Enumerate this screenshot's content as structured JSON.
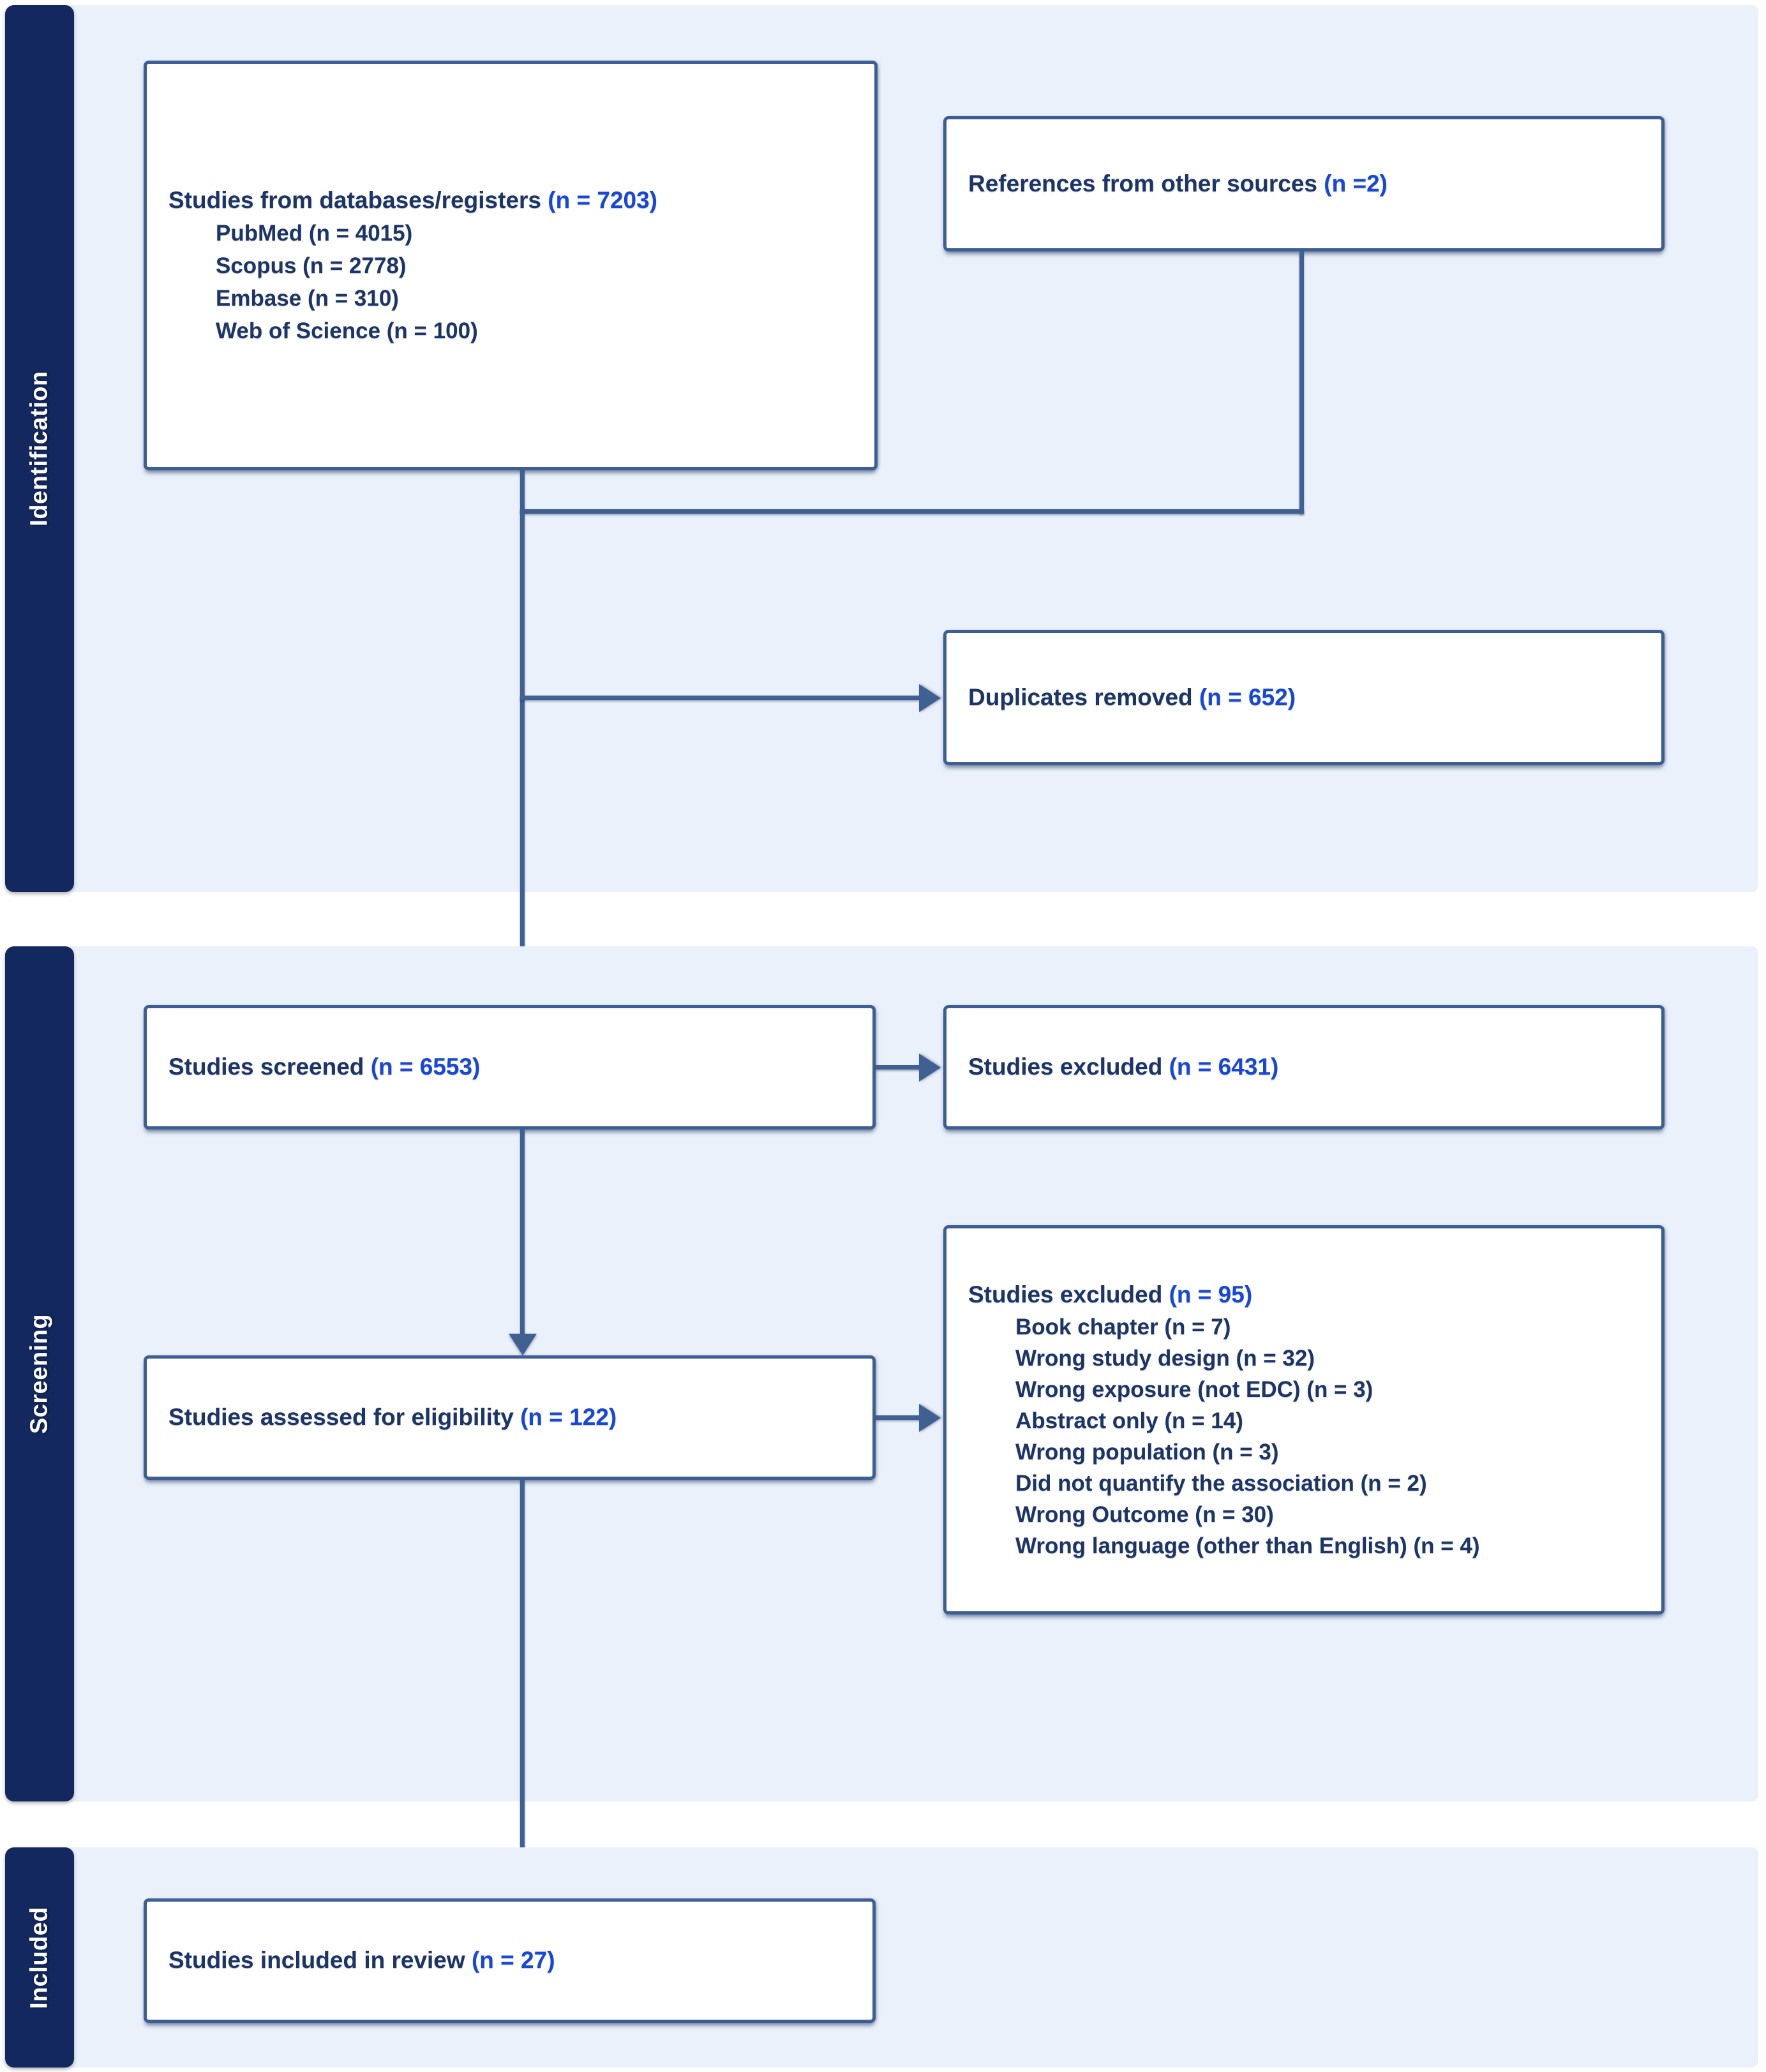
{
  "diagram": {
    "type": "prisma-flow-diagram",
    "title": "PRISMA study selection flow diagram",
    "colors": {
      "stage_band_background": "#eaf1fb",
      "stage_label_background": "#12285e",
      "stage_label_text": "#ffffff",
      "box_border": "#3c5e92",
      "box_background": "#ffffff",
      "primary_text": "#1d3565",
      "count_text": "#1747d8",
      "connector": "#3f6091"
    }
  },
  "stages": [
    {
      "id": "identification",
      "label": "Identification"
    },
    {
      "id": "screening",
      "label": "Screening"
    },
    {
      "id": "included",
      "label": "Included"
    }
  ],
  "boxes": {
    "databases": {
      "heading_text": "Studies from databases/registers ",
      "heading_count": "(n = 7203)",
      "sources": [
        "PubMed (n = 4015)",
        "Scopus (n = 2778)",
        "Embase (n = 310)",
        "Web of Science (n = 100)"
      ]
    },
    "other_sources": {
      "heading_text": "References from other sources ",
      "heading_count": "(n =2)"
    },
    "duplicates": {
      "heading_text": "Duplicates removed ",
      "heading_count": "(n = 652)"
    },
    "screened": {
      "heading_text": "Studies screened ",
      "heading_count": "(n = 6553)"
    },
    "excluded_screening": {
      "heading_text": "Studies excluded ",
      "heading_count": "(n = 6431)"
    },
    "eligibility": {
      "heading_text": "Studies assessed for eligibility ",
      "heading_count": "(n = 122)"
    },
    "excluded_eligibility": {
      "heading_text": "Studies excluded ",
      "heading_count": "(n = 95)",
      "reasons": [
        "Book chapter (n = 7)",
        "Wrong study design (n = 32)",
        "Wrong exposure (not EDC) (n = 3)",
        "Abstract only (n = 14)",
        "Wrong population (n = 3)",
        "Did not quantify the association (n = 2)",
        "Wrong Outcome (n = 30)",
        "Wrong language (other than English) (n = 4)"
      ]
    },
    "included": {
      "heading_text": "Studies included in review ",
      "heading_count": "(n = 27)"
    }
  },
  "chart_data": {
    "type": "flowchart",
    "title": "PRISMA study selection flow diagram",
    "nodes": [
      {
        "id": "databases",
        "stage": "Identification",
        "label": "Studies from databases/registers",
        "n": 7203,
        "breakdown": [
          {
            "label": "PubMed",
            "n": 4015
          },
          {
            "label": "Scopus",
            "n": 2778
          },
          {
            "label": "Embase",
            "n": 310
          },
          {
            "label": "Web of Science",
            "n": 100
          }
        ]
      },
      {
        "id": "other_sources",
        "stage": "Identification",
        "label": "References from other sources",
        "n": 2
      },
      {
        "id": "duplicates",
        "stage": "Identification",
        "label": "Duplicates removed",
        "n": 652
      },
      {
        "id": "screened",
        "stage": "Screening",
        "label": "Studies screened",
        "n": 6553
      },
      {
        "id": "excluded_screening",
        "stage": "Screening",
        "label": "Studies excluded",
        "n": 6431
      },
      {
        "id": "eligibility",
        "stage": "Screening",
        "label": "Studies assessed for eligibility",
        "n": 122
      },
      {
        "id": "excluded_eligibility",
        "stage": "Screening",
        "label": "Studies excluded",
        "n": 95,
        "breakdown": [
          {
            "label": "Book chapter",
            "n": 7
          },
          {
            "label": "Wrong study design",
            "n": 32
          },
          {
            "label": "Wrong exposure (not EDC)",
            "n": 3
          },
          {
            "label": "Abstract only",
            "n": 14
          },
          {
            "label": "Wrong population",
            "n": 3
          },
          {
            "label": "Did not quantify the association",
            "n": 2
          },
          {
            "label": "Wrong Outcome",
            "n": 30
          },
          {
            "label": "Wrong language (other than English)",
            "n": 4
          }
        ]
      },
      {
        "id": "included",
        "stage": "Included",
        "label": "Studies included in review",
        "n": 27
      }
    ],
    "edges": [
      {
        "from": "databases",
        "to": "duplicates"
      },
      {
        "from": "other_sources",
        "to": "duplicates"
      },
      {
        "from": "databases",
        "to": "screened"
      },
      {
        "from": "screened",
        "to": "excluded_screening"
      },
      {
        "from": "screened",
        "to": "eligibility"
      },
      {
        "from": "eligibility",
        "to": "excluded_eligibility"
      },
      {
        "from": "eligibility",
        "to": "included"
      }
    ]
  }
}
